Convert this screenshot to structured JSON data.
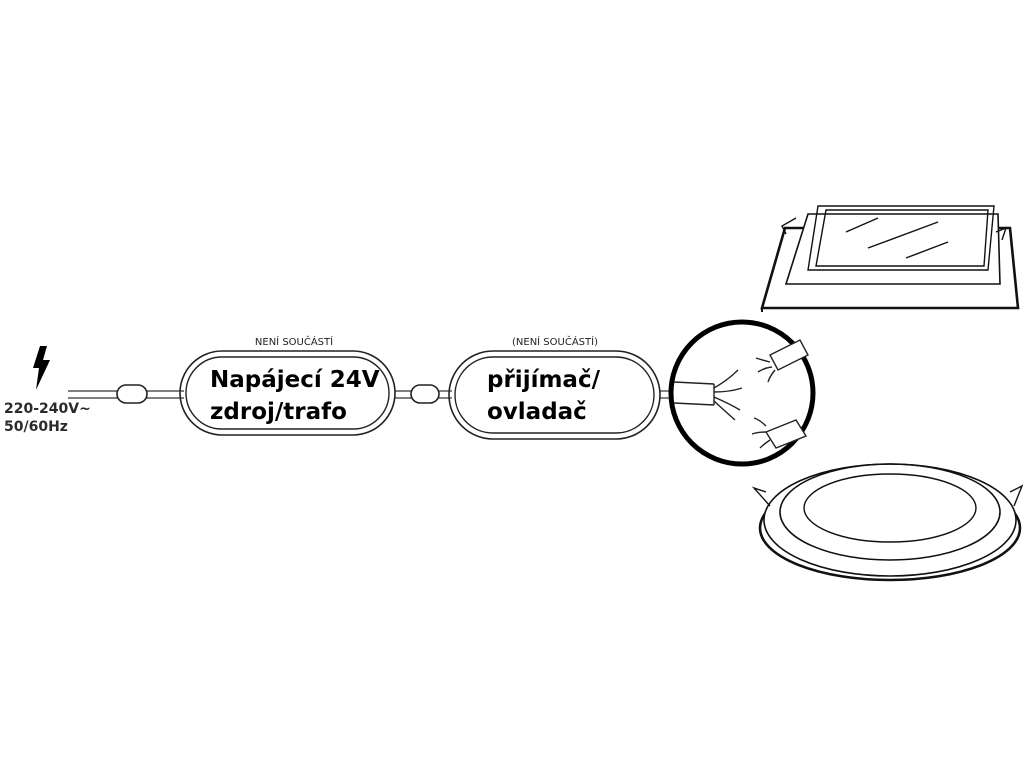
{
  "supply": {
    "voltage": "220-240V~",
    "frequency": "50/60Hz"
  },
  "power_unit": {
    "caption": "NENÍ SOUČÁSTÍ",
    "line1": "Napájecí 24V",
    "line2": "zdroj/trafo"
  },
  "controller": {
    "caption": "(NENÍ SOUČÁSTÍ)",
    "line1": "přijímač/",
    "line2": "ovladač"
  },
  "icons": [
    "lightning-bolt-icon",
    "square-panel-light",
    "round-panel-light",
    "wire-detail-magnifier"
  ],
  "colors": {
    "stroke": "#000000",
    "background": "#ffffff"
  }
}
